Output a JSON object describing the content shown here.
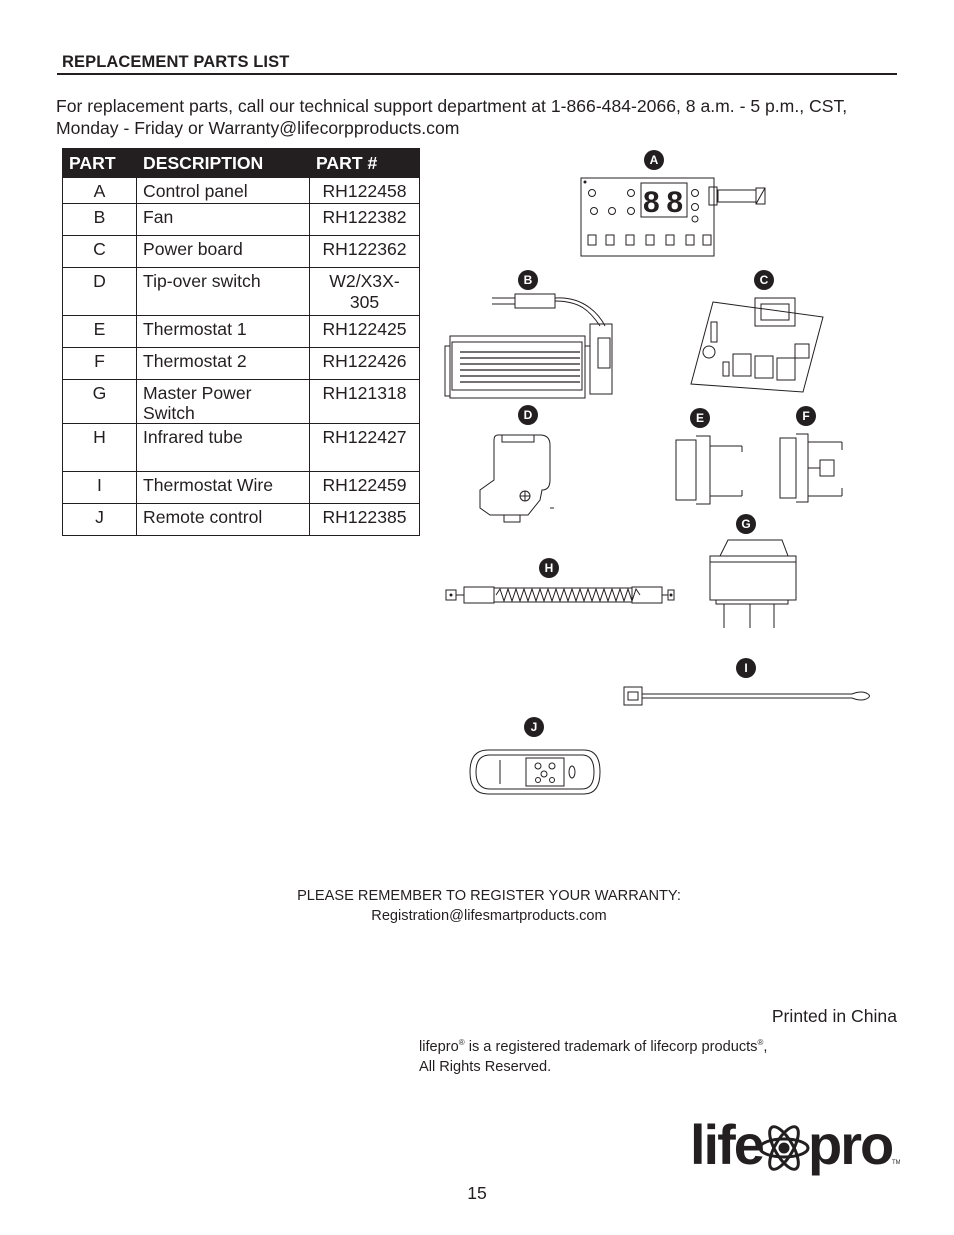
{
  "header": {
    "section_title": "REPLACEMENT PARTS LIST"
  },
  "intro": {
    "text": "For replacement parts, call our technical support department at 1-866-484-2066, 8 a.m. - 5 p.m., CST, Monday - Friday or Warranty@lifecorpproducts.com"
  },
  "parts_table": {
    "headers": [
      "PART",
      "DESCRIPTION",
      "PART #"
    ],
    "rows": [
      {
        "part": "A",
        "description": "Control panel",
        "number": "RH122458"
      },
      {
        "part": "B",
        "description": "Fan",
        "number": "RH122382"
      },
      {
        "part": "C",
        "description": "Power board",
        "number": "RH122362"
      },
      {
        "part": "D",
        "description": "Tip-over switch",
        "number": "W2/X3X-305"
      },
      {
        "part": "E",
        "description": "Thermostat 1",
        "number": "RH122425"
      },
      {
        "part": "F",
        "description": "Thermostat 2",
        "number": "RH122426"
      },
      {
        "part": "G",
        "description": "Master Power Switch",
        "number": "RH121318"
      },
      {
        "part": "H",
        "description": "Infrared tube",
        "number": "RH122427"
      },
      {
        "part": "I",
        "description": "Thermostat Wire",
        "number": "RH122459"
      },
      {
        "part": "J",
        "description": "Remote control",
        "number": "RH122385"
      }
    ]
  },
  "diagram": {
    "callouts": [
      "A",
      "B",
      "C",
      "D",
      "E",
      "F",
      "G",
      "H",
      "I",
      "J"
    ],
    "display_digits": "88"
  },
  "footer": {
    "reminder_line1": "PLEASE REMEMBER TO REGISTER YOUR WARRANTY:",
    "reminder_line2": "Registration@lifesmartproducts.com",
    "printed_in": "Printed in China",
    "trademark_brand": "lifepro",
    "trademark_mid": " is a registered trademark of lifecorp products",
    "trademark_end": ",",
    "trademark_line2": "All Rights Reserved.",
    "registered_mark": "®",
    "page_number": "15",
    "logo_left": "life",
    "logo_right": "pro",
    "logo_tm": "TM"
  },
  "colors": {
    "ink": "#231f20",
    "paper": "#ffffff"
  }
}
